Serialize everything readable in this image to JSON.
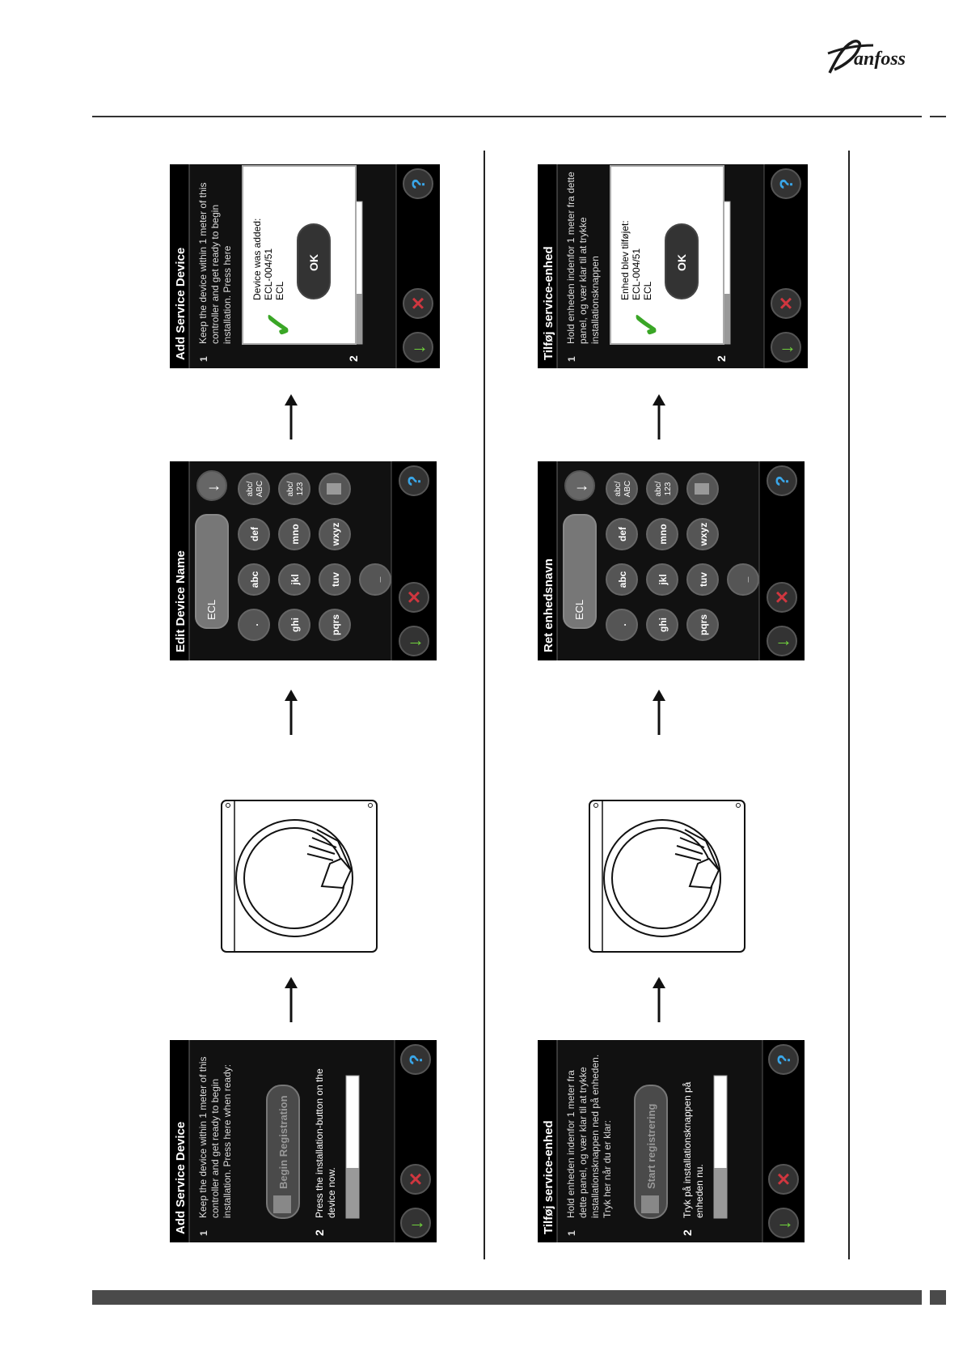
{
  "brand": {
    "name": "Danfoss",
    "logo_color": "#1a1a1a"
  },
  "english": {
    "add_service_device": {
      "title": "Add Service Device",
      "step1_num": "1",
      "step1_text": "Keep the device within 1 meter of this controller and get ready to begin installation. Press here when ready:",
      "begin_button": "Begin Registration",
      "step2_num": "2",
      "step2_text": "Press the installation-button on the device now.",
      "progress": 0.35
    },
    "edit_device_name": {
      "title": "Edit Device Name",
      "field_value": "ECL",
      "keys": [
        ".",
        "abc",
        "def",
        "ghi",
        "jkl",
        "mno",
        "pqrs",
        "tuv",
        "wxyz",
        "_"
      ],
      "shift_top": "abc/",
      "shift_bottom": "ABC",
      "num_top": "abc/",
      "num_bottom": "123"
    },
    "device_added": {
      "title": "Add Service Device",
      "step1_num": "1",
      "step1_text": "Keep the device within 1 meter of this controller and get ready to begin installation. Press here",
      "step2_num": "2",
      "dialog_line1": "Device was added:",
      "dialog_line2": "ECL-004/51",
      "dialog_line3": "ECL",
      "ok_label": "OK",
      "progress": 0.35
    }
  },
  "danish": {
    "add_service_device": {
      "title": "Tilføj service-enhed",
      "step1_num": "1",
      "step1_text": "Hold enheden indenfor 1 meter fra dette panel, og vær klar til at trykke installationsknappen ned på enheden. Tryk her når du er klar:",
      "begin_button": "Start registrering",
      "step2_num": "2",
      "step2_text": "Tryk på installationsknappen på enheden nu.",
      "progress": 0.35
    },
    "edit_device_name": {
      "title": "Ret enhedsnavn",
      "field_value": "ECL",
      "keys": [
        ".",
        "abc",
        "def",
        "ghi",
        "jkl",
        "mno",
        "pqrs",
        "tuv",
        "wxyz",
        "_"
      ],
      "shift_top": "abc/",
      "shift_bottom": "ABC",
      "num_top": "abc/",
      "num_bottom": "123"
    },
    "device_added": {
      "title": "Tilføj service-enhed",
      "step1_num": "1",
      "step1_text": "Hold enheden indenfor 1 meter fra dette panel, og vær klar til at trykke installationsknappen",
      "step2_num": "2",
      "dialog_line1": "Enhed blev tilføjet:",
      "dialog_line2": "ECL-004/51",
      "dialog_line3": "ECL",
      "ok_label": "OK",
      "progress": 0.35
    }
  },
  "icons": {
    "confirm": "green-check-arrow-icon",
    "cancel": "red-x-icon",
    "help": "blue-question-icon",
    "hand": "pointing-hand-icon",
    "down": "down-arrow-icon",
    "trash": "trash-icon"
  },
  "colors": {
    "confirm": "#6fcf3c",
    "cancel": "#d0363f",
    "help": "#3aa6e8",
    "footer_bar": "#4a4a4a"
  }
}
